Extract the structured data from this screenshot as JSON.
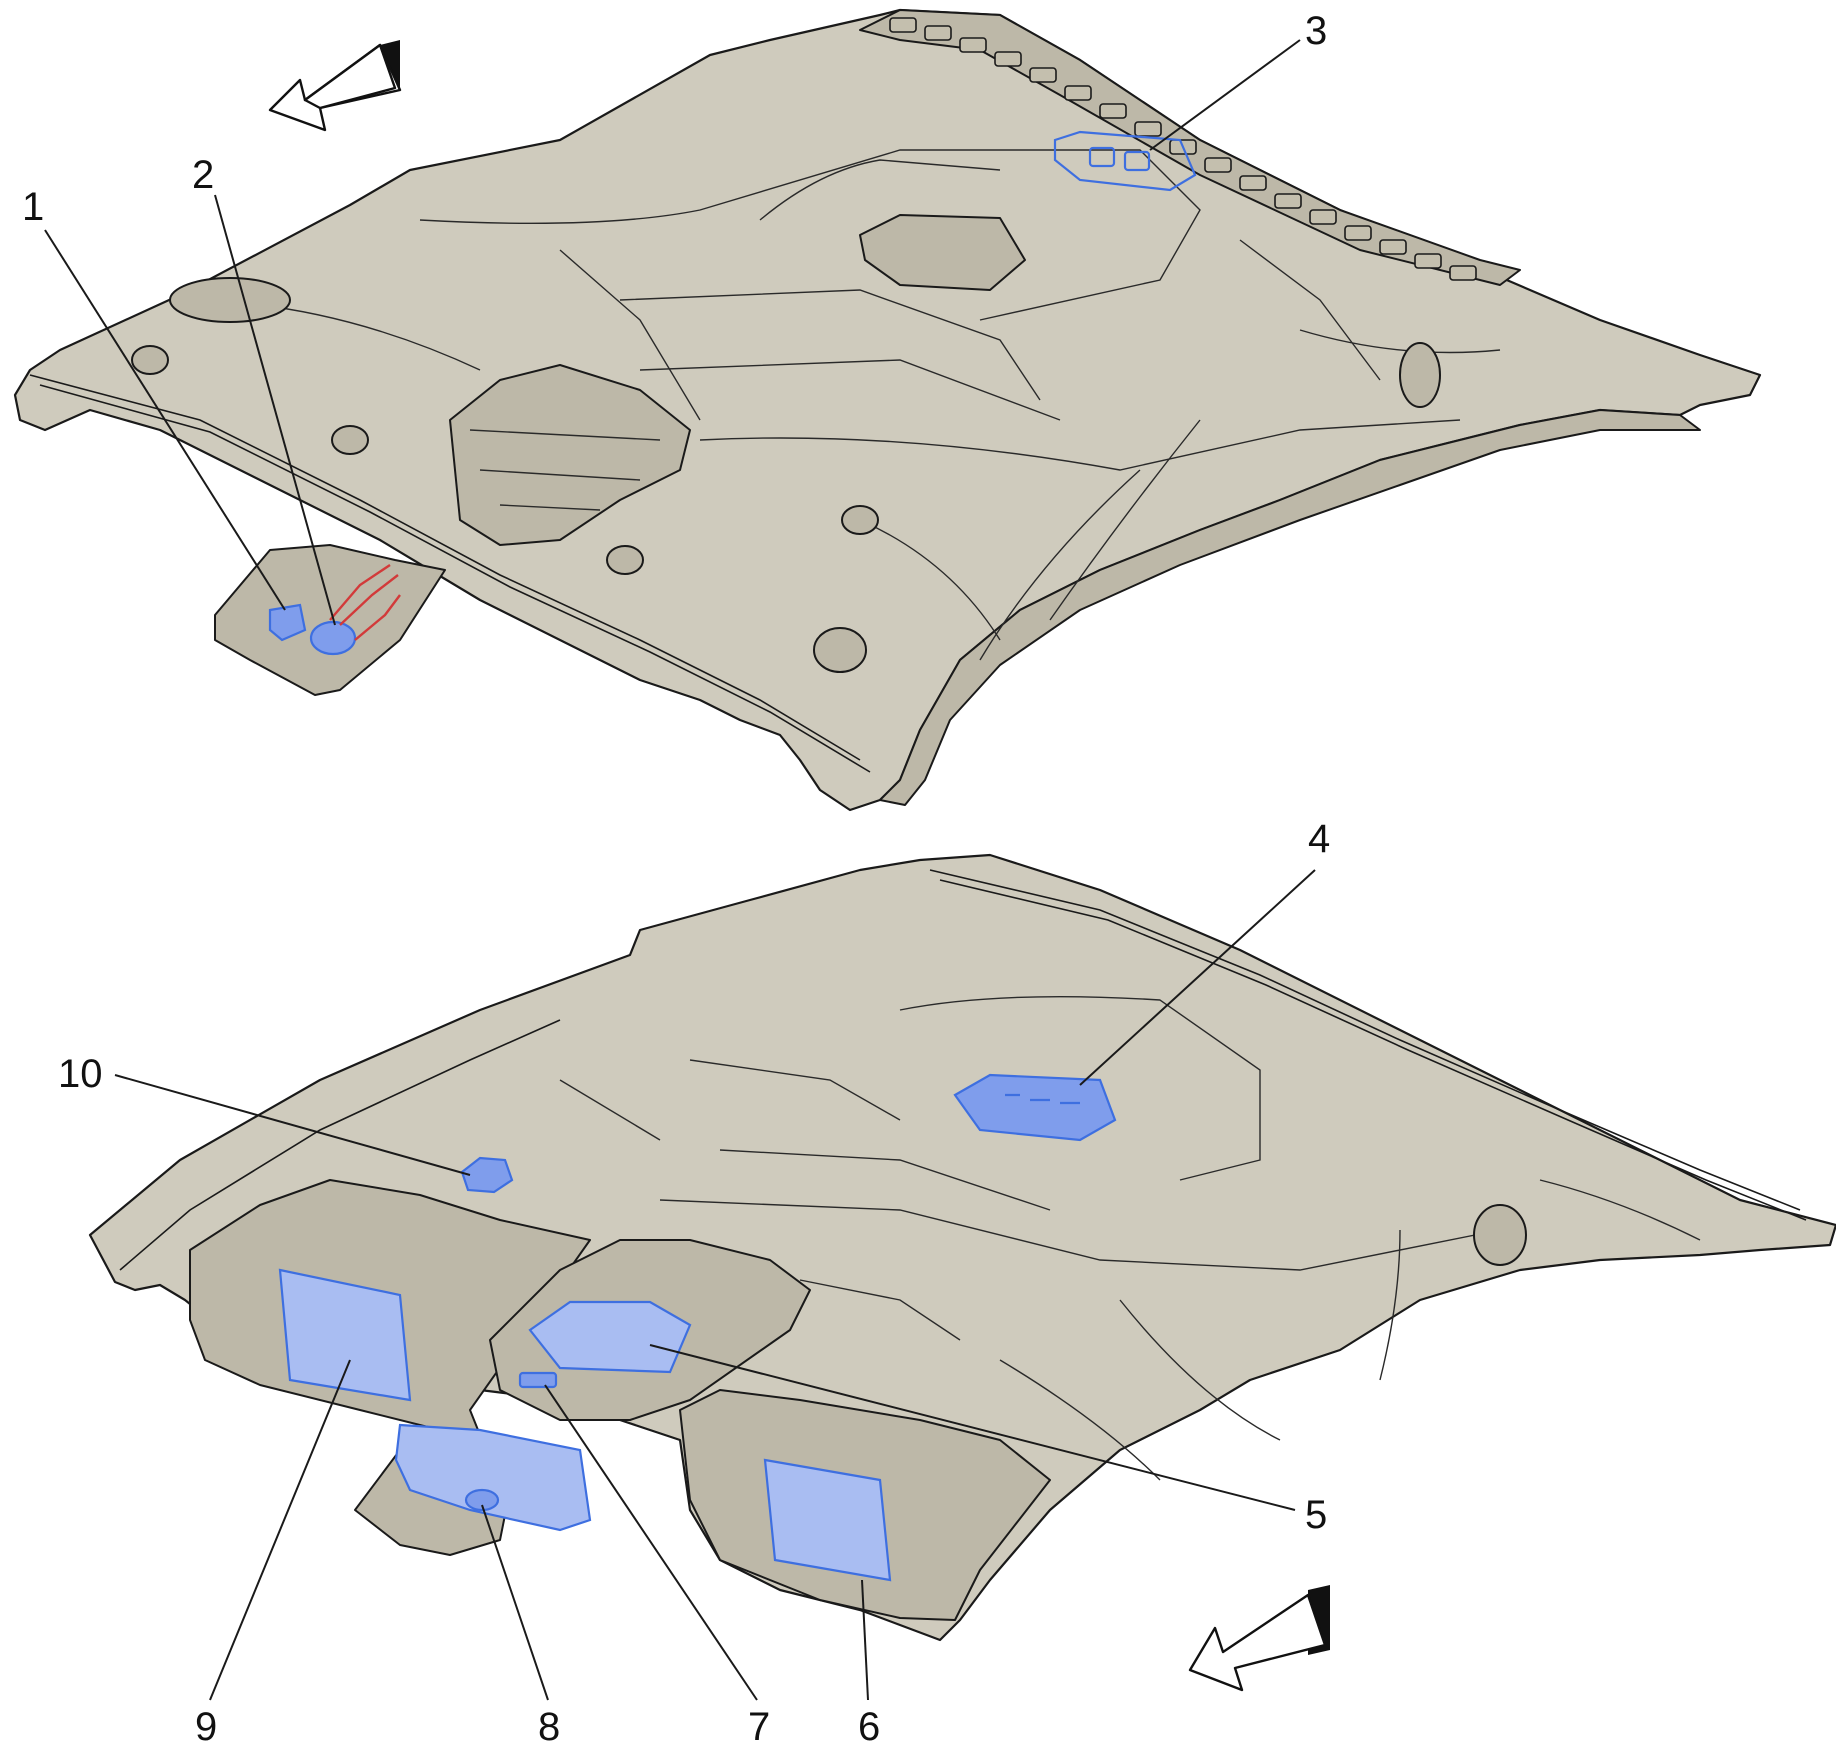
{
  "callouts": {
    "c1": "1",
    "c2": "2",
    "c3": "3",
    "c4": "4",
    "c5": "5",
    "c6": "6",
    "c7": "7",
    "c8": "8",
    "c9": "9",
    "c10": "10"
  },
  "colors": {
    "panel": "#cfcbbd",
    "highlight": "#7f9dec",
    "highlight_outline": "#3e6fe0",
    "wiring": "#d23a3a",
    "line": "#1a1a1a"
  },
  "icons": {
    "top_arrow": "forward-direction-arrow-icon",
    "bottom_arrow": "forward-direction-arrow-icon"
  }
}
